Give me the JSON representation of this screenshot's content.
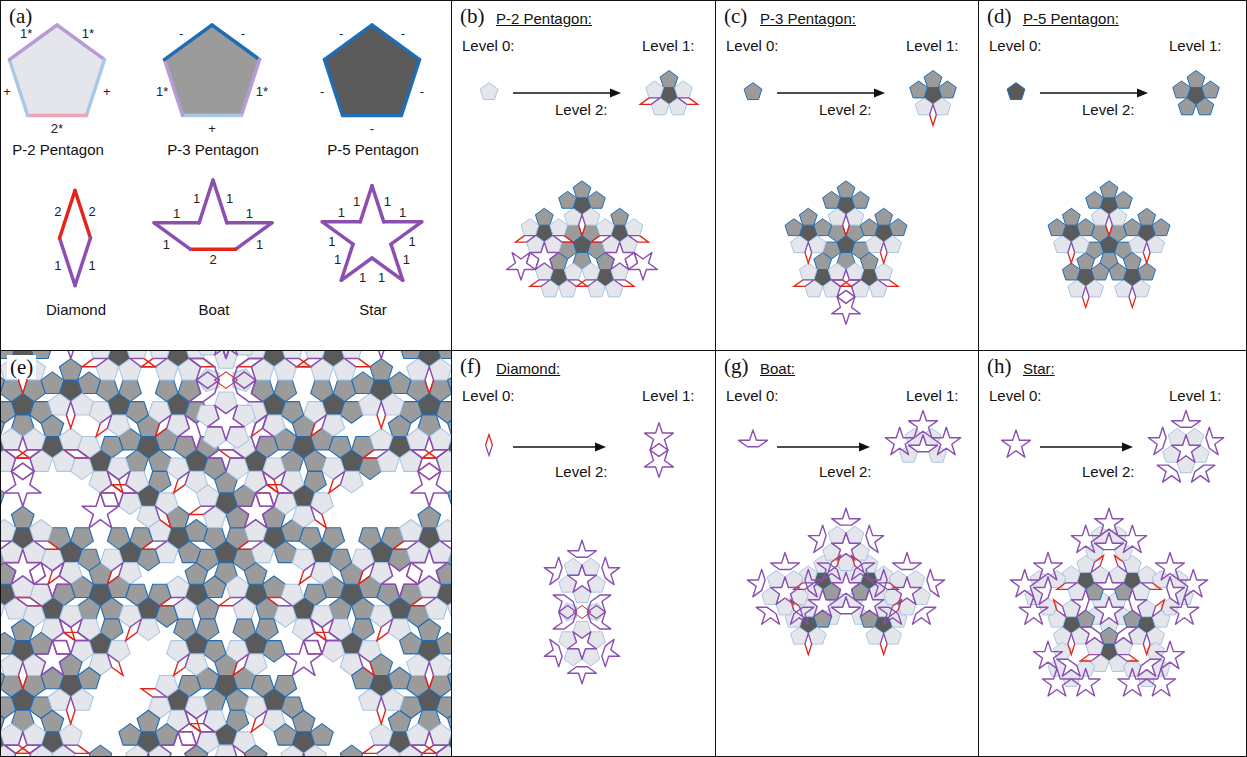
{
  "diagram": {
    "nodes": [
      {
        "text": [
          "(a)",
          "P-2 Pentagon",
          "P-3 Pentagon",
          "P-5 Pentagon",
          "Diamond",
          "Boat",
          "Star"
        ]
      },
      {
        "text": [
          "(b)",
          "P-2 Pentagon:",
          "Level 0:",
          "Level 1:",
          "Level 2:"
        ]
      },
      {
        "text": [
          "(c)",
          "P-3 Pentagon:",
          "Level 0:",
          "Level 1:",
          "Level 2:"
        ]
      },
      {
        "text": [
          "(d)",
          "P-5 Pentagon:",
          "Level 0:",
          "Level 1:",
          "Level 2:"
        ]
      },
      {
        "text": [
          "(e)"
        ]
      },
      {
        "text": [
          "(f)",
          "Diamond:",
          "Level 0:",
          "Level 1:",
          "Level 2:"
        ]
      },
      {
        "text": [
          "(g)",
          "Boat:",
          "Level 0:",
          "Level 1:",
          "Level 2:"
        ]
      },
      {
        "text": [
          "(h)",
          "Star:",
          "Level 0:",
          "Level 1:",
          "Level 2:"
        ]
      }
    ],
    "labels": [
      "1*",
      "1*",
      "+",
      "+",
      "2*",
      "-",
      "-",
      "1*",
      "1*",
      "+",
      "-",
      "-",
      "-",
      "-",
      "-",
      "2",
      "2",
      "1",
      "1",
      "1",
      "1",
      "1",
      "1",
      "1",
      "1",
      "2",
      "1",
      "1",
      "1",
      "1",
      "1",
      "1",
      "1",
      "1",
      "1",
      "1"
    ]
  }
}
